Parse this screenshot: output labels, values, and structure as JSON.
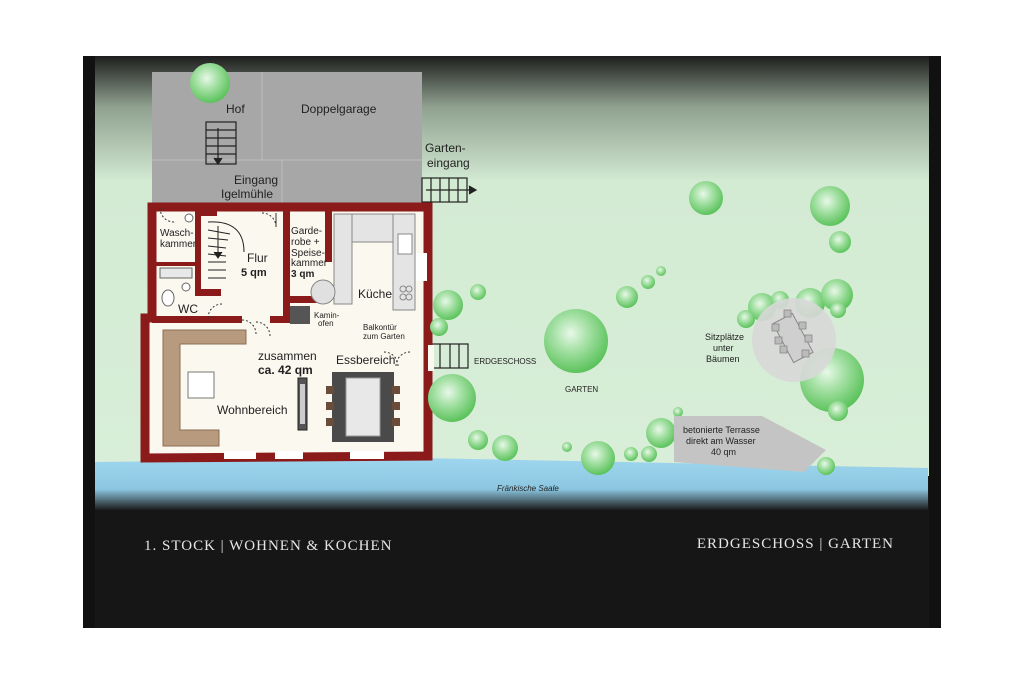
{
  "colors": {
    "frame": "#111111",
    "wall": "#8b1a1a",
    "floor": "#fbf8ef",
    "paving": "#a6a6a6",
    "garden": "#d6ecd6",
    "tree": "#7ed37e",
    "water": "#8ccbe8",
    "sofa": "#b89a7e"
  },
  "labels": {
    "hof": "Hof",
    "doppelgarage": "Doppelgarage",
    "gartoneingang_1": "Garten-",
    "gartoneingang_2": "eingang",
    "eingang_1": "Eingang",
    "eingang_2": "Igelmühle",
    "wasch_1": "Wasch-",
    "wasch_2": "kammer",
    "flur": "Flur",
    "flur_size": "5 qm",
    "garde_1": "Garde-",
    "garde_2": "robe +",
    "garde_3": "Speise-",
    "garde_4": "kammer",
    "garde_size": "3 qm",
    "kueche": "Küche",
    "wc": "WC",
    "kamin_1": "Kamin-",
    "kamin_2": "ofen",
    "balkon_1": "Balkontür",
    "balkon_2": "zum Garten",
    "zusammen_1": "zusammen",
    "zusammen_2": "ca. 42 qm",
    "essbereich": "Essbereich",
    "wohnbereich": "Wohnbereich",
    "erdgeschoss": "ERDGESCHOSS",
    "garten": "GARTEN",
    "sitz_1": "Sitzplätze",
    "sitz_2": "unter",
    "sitz_3": "Bäumen",
    "terrasse_1": "betonierte Terrasse",
    "terrasse_2": "direkt am Wasser",
    "terrasse_3": "40 qm",
    "fluss": "Fränkische Saale"
  },
  "captions": {
    "left": "1. STOCK | WOHNEN & KOCHEN",
    "right": "ERDGESCHOSS | GARTEN"
  }
}
